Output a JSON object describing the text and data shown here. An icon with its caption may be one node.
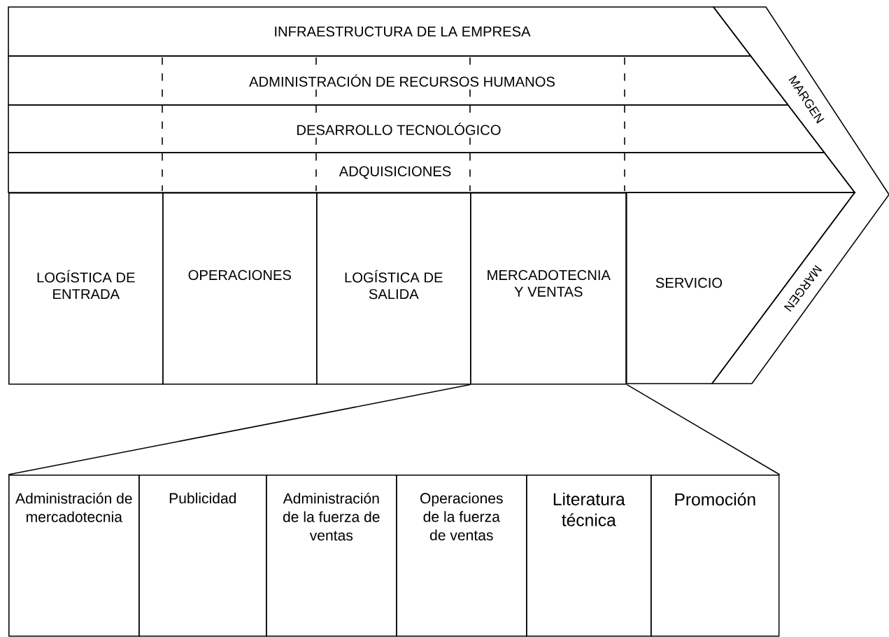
{
  "diagram": {
    "nodes": [
      {
        "text": [
          "INFRAESTRUCTURA DE LA EMPRESA"
        ]
      },
      {
        "text": [
          "ADMINISTRACIÓN DE RECURSOS HUMANOS"
        ]
      },
      {
        "text": [
          "DESARROLLO TECNOLÓGICO"
        ]
      },
      {
        "text": [
          "ADQUISICIONES"
        ]
      },
      {
        "text": [
          "LOGÍSTICA DE ENTRADA"
        ]
      },
      {
        "text": [
          "OPERACIONES"
        ]
      },
      {
        "text": [
          "LOGÍSTICA DE SALIDA"
        ]
      },
      {
        "text": [
          "MERCADOTECNIA Y VENTAS"
        ]
      },
      {
        "text": [
          "SERVICIO"
        ]
      },
      {
        "text": [
          "Administración de mercadotecnia"
        ]
      },
      {
        "text": [
          "Publicidad"
        ]
      },
      {
        "text": [
          "Administración de la fuerza de ventas"
        ]
      },
      {
        "text": [
          "Operaciones de la fuerza de ventas"
        ]
      },
      {
        "text": [
          "Literatura técnica"
        ]
      },
      {
        "text": [
          "Promoción"
        ]
      }
    ],
    "edges": [
      {
        "from": 7,
        "to": 9,
        "arrow": "none"
      },
      {
        "from": 7,
        "to": 14,
        "arrow": "none"
      }
    ],
    "labels": [
      "MARGEN",
      "MARGEN"
    ]
  }
}
